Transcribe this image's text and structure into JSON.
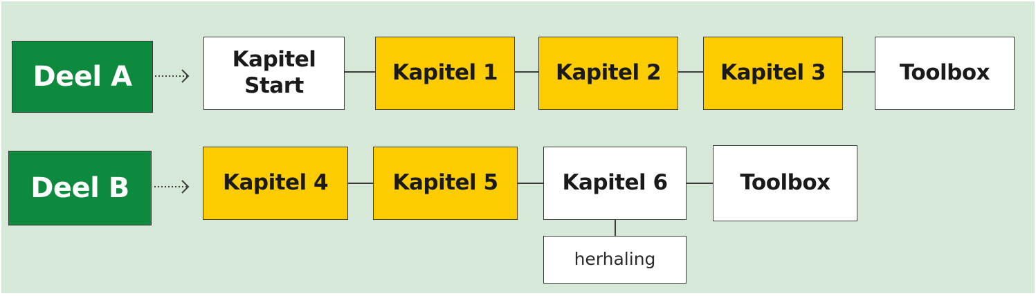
{
  "rows": [
    {
      "part": "Deel A",
      "chapters": [
        {
          "line1": "Kapitel",
          "line2": "Start",
          "color": "#ffffff"
        },
        {
          "line1": "Kapitel 1",
          "color": "#fccc00"
        },
        {
          "line1": "Kapitel 2",
          "color": "#fccc00"
        },
        {
          "line1": "Kapitel 3",
          "color": "#fccc00"
        },
        {
          "line1": "Toolbox",
          "color": "#ffffff"
        }
      ]
    },
    {
      "part": "Deel B",
      "chapters": [
        {
          "line1": "Kapitel 4",
          "color": "#fccc00"
        },
        {
          "line1": "Kapitel 5",
          "color": "#fccc00"
        },
        {
          "line1": "Kapitel 6",
          "color": "#ffffff"
        },
        {
          "line1": "Toolbox",
          "color": "#ffffff"
        }
      ],
      "sub_item": "herhaling"
    }
  ],
  "colors": {
    "background": "#d6e9d9",
    "part": "#0e8a3e",
    "highlight": "#fccc00",
    "plain": "#ffffff"
  }
}
